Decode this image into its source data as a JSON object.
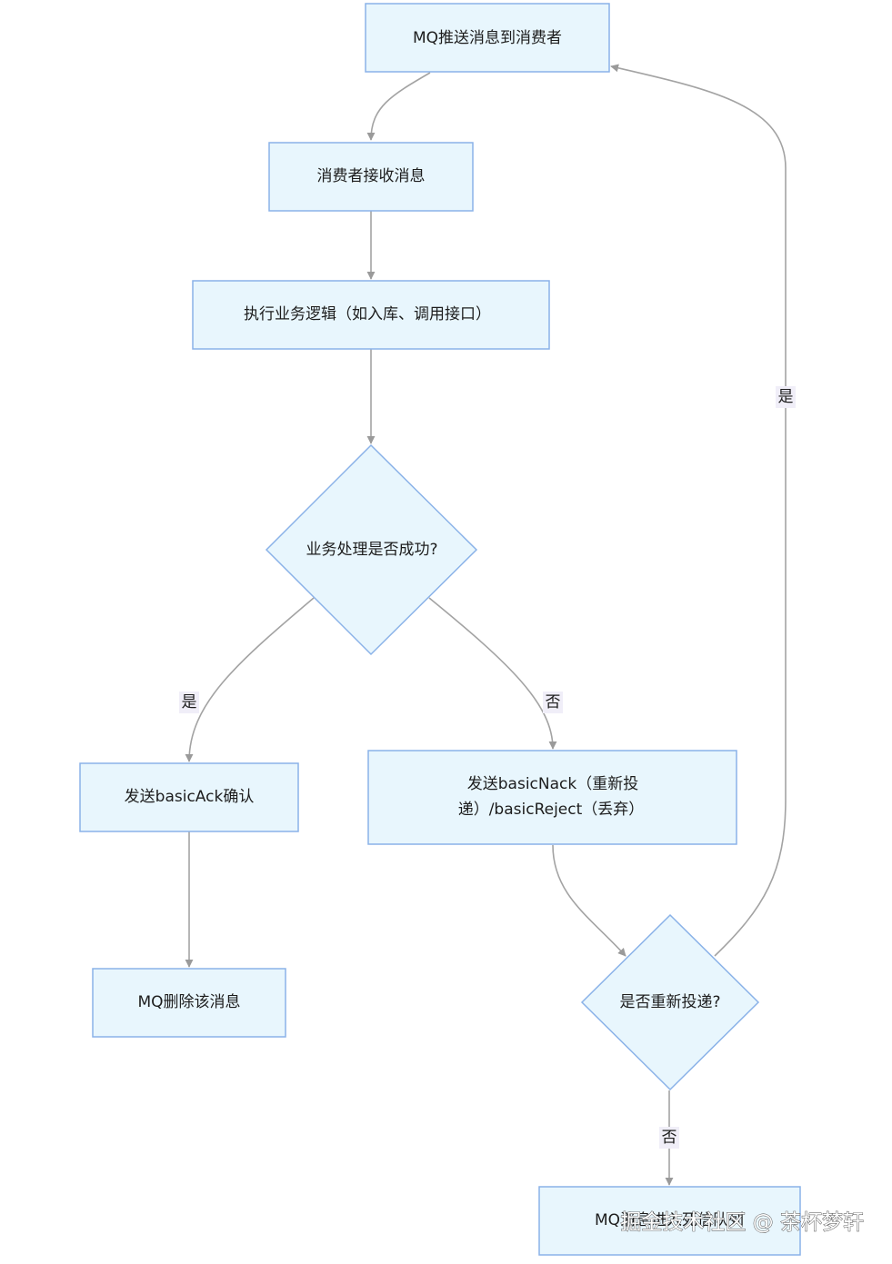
{
  "nodes": {
    "push": "MQ推送消息到消费者",
    "receive": "消费者接收消息",
    "execute": "执行业务逻辑（如入库、调用接口）",
    "success_check": "业务处理是否成功?",
    "ack": "发送basicAck确认",
    "nack_line1": "发送basicNack（重新投",
    "nack_line2": "递）/basicReject（丢弃）",
    "delete": "MQ删除该消息",
    "redeliver_check": "是否重新投递?",
    "dead_letter": "MQ消息进入死信队列"
  },
  "edge_labels": {
    "success_yes": "是",
    "success_no": "否",
    "redeliver_yes": "是",
    "redeliver_no": "否"
  },
  "watermark": "掘金技术社区 @ 茶杯梦轩",
  "colors": {
    "node_fill": "#e8f6fd",
    "node_stroke": "#8ab2e8",
    "edge": "#a3a3a3",
    "label_bg": "#f0eef8"
  }
}
